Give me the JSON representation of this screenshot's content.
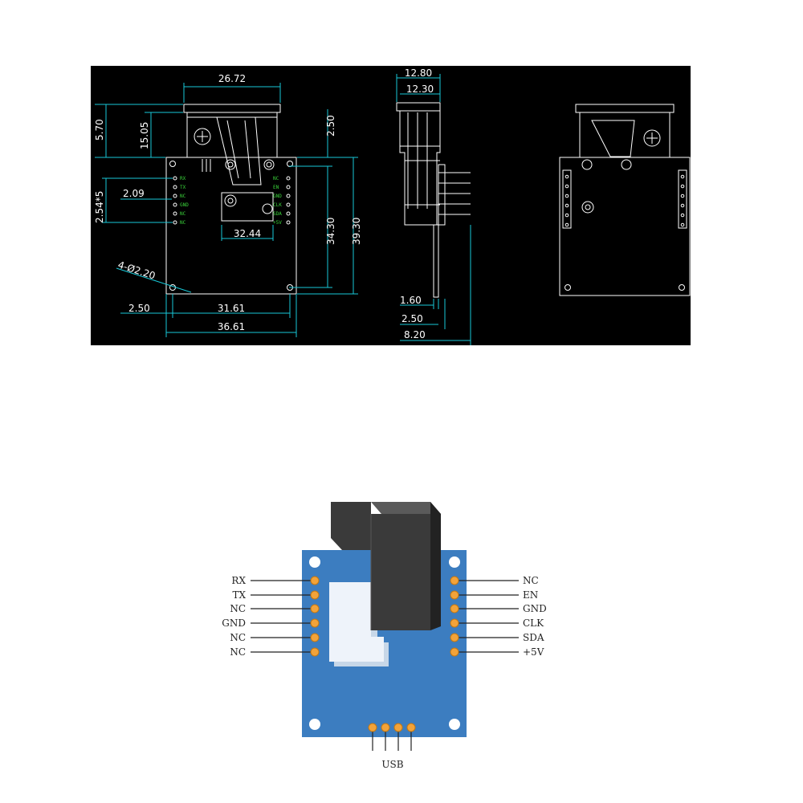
{
  "drawing": {
    "front_dims": {
      "top_width": "26.72",
      "left_top": "5.70",
      "left_inner": "15.05",
      "right_top": "2.50",
      "pin_pitch": "2.54*5",
      "pin_offset": "2.09",
      "inner_width": "32.44",
      "right_inner": "34.30",
      "right_total": "39.30",
      "holes": "4-Ø2.20",
      "bottom_left": "2.50",
      "bottom_inner": "31.61",
      "bottom_total": "36.61"
    },
    "side_dims": {
      "top_outer": "12.80",
      "top_inner": "12.30",
      "b1": "1.60",
      "b2": "2.50",
      "b3": "8.20"
    },
    "silk_left": [
      "RX",
      "TX",
      "NC",
      "GND",
      "NC",
      "NC"
    ],
    "silk_right": [
      "NC",
      "EN",
      "GND",
      "CLK",
      "SDA",
      "+5V"
    ]
  },
  "pinout": {
    "left_pins": [
      "RX",
      "TX",
      "NC",
      "GND",
      "NC",
      "NC"
    ],
    "right_pins": [
      "NC",
      "EN",
      "GND",
      "CLK",
      "SDA",
      "+5V"
    ],
    "bottom_label": "USB",
    "colors": {
      "board": "#3c7dc0",
      "pad": "#f2a33a",
      "housing": "#3a3a3a"
    }
  }
}
